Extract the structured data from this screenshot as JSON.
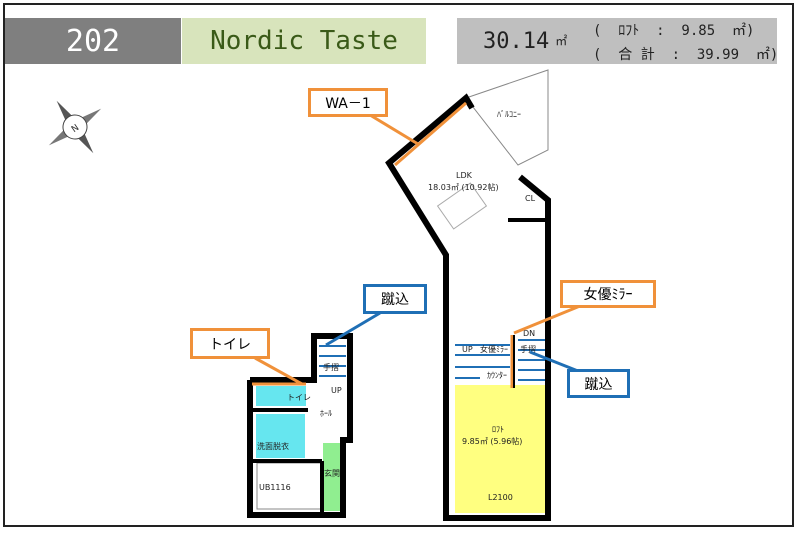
{
  "header": {
    "room_number": "202",
    "property_name": "Nordic Taste",
    "area_main": "30.14",
    "area_unit": "㎡",
    "loft_line": "(  ﾛﾌﾄ  :  9.85  ㎡)",
    "total_line": "(  合 計  :  39.99  ㎡)"
  },
  "callouts": {
    "wa1": "WA－1",
    "toilet": "トイレ",
    "kekomi_left": "蹴込",
    "actress_mirror": "女優ﾐﾗｰ",
    "kekomi_right": "蹴込"
  },
  "rooms": {
    "ldk": "LDK",
    "ldk_area": "18.03㎡ (10.92帖)",
    "balcony": "ﾊﾞﾙｺﾆｰ",
    "cl": "CL",
    "loft": "ﾛﾌﾄ",
    "loft_area": "9.85㎡ (5.96帖)",
    "loft_dim": "L2100",
    "toilet": "トイレ",
    "hall": "ﾎｰﾙ",
    "washroom": "洗面脱衣",
    "bath": "UB1116",
    "entrance": "玄関",
    "up_left": "UP",
    "up_right": "UP",
    "dn": "DN",
    "handrail": "手摺",
    "mirror_small": "女優ﾐﾗｰ",
    "counter": "ｶｳﾝﾀｰ"
  },
  "colors": {
    "accent_orange": "#f0913a",
    "accent_blue": "#1f6fb5",
    "loft": "#ffff80",
    "wet": "#66e6ef",
    "entrance": "#90ee90"
  }
}
